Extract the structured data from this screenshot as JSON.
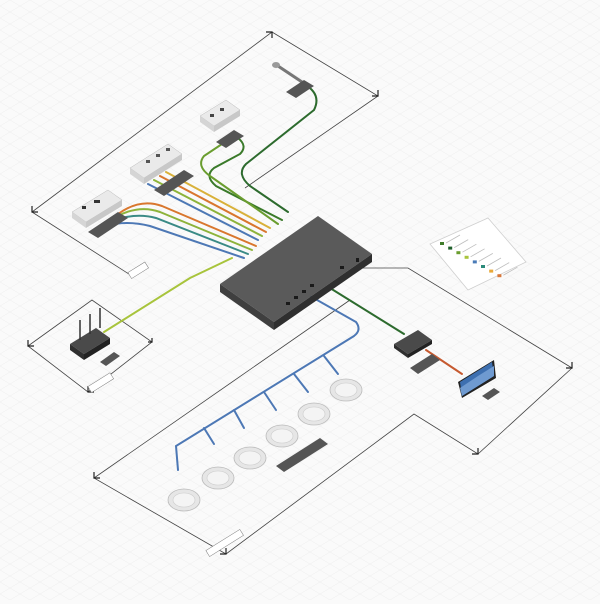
{
  "diagram": {
    "zones": {
      "upper_tag": "",
      "router_tag": "",
      "speaker_tag": ""
    },
    "devices": [
      {
        "id": "microphone",
        "icon": "microphone-icon"
      },
      {
        "id": "wall-plate",
        "icon": "wall-plate-icon"
      },
      {
        "id": "table-box",
        "icon": "table-box-icon"
      },
      {
        "id": "wall-panel",
        "icon": "wall-panel-icon"
      },
      {
        "id": "matrix-switcher",
        "icon": "switcher-icon"
      },
      {
        "id": "router",
        "icon": "router-icon"
      },
      {
        "id": "receiver",
        "icon": "receiver-icon"
      },
      {
        "id": "display",
        "icon": "display-icon"
      },
      {
        "id": "ceiling-speakers",
        "icon": "ceiling-speaker-icon",
        "count": 6
      }
    ],
    "legend": {
      "swatch_colors": [
        "#3f7c2a",
        "#1f5f2a",
        "#6a9d2f",
        "#a8c43c",
        "#4a7bb7",
        "#2b8a7a",
        "#e8a93a",
        "#d8773a"
      ]
    },
    "cable_colors": {
      "green": "#3a7a2a",
      "dark_green": "#2d6b2e",
      "lime": "#8db33a",
      "yellow": "#d9b13a",
      "orange": "#d9772e",
      "blue": "#4d78b5",
      "teal": "#3a8a85",
      "red": "#c65a30"
    }
  }
}
